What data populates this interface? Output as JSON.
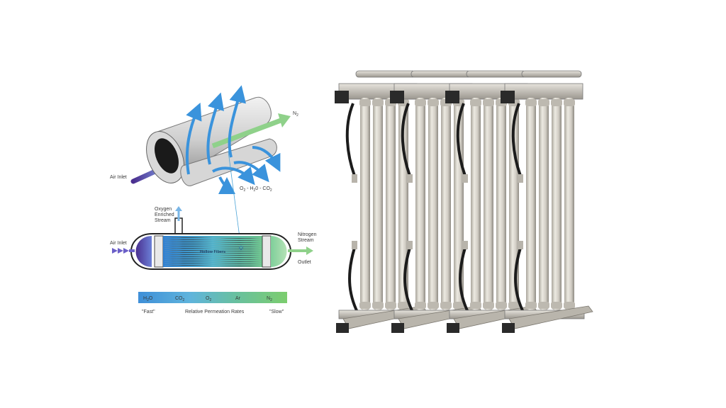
{
  "membrane_fiber": {
    "air_inlet_label": "Air Inlet",
    "n2_label": "N",
    "n2_sub": "2",
    "permeate_parts": [
      {
        "text": "O",
        "sub": "2"
      },
      {
        "text": " - H",
        "sub": "2"
      },
      {
        "text": "0 - CO",
        "sub": "2"
      }
    ]
  },
  "module": {
    "oxygen_label_lines": [
      "Oxygen",
      "Enriched",
      "Stream"
    ],
    "air_inlet_label": "Air Inlet",
    "hollow_fibers_label": "Hollow Fibers",
    "nitrogen_label_lines": [
      "Nitrogen",
      "Stream"
    ],
    "outlet_label": "Outlet"
  },
  "permeation_bar": {
    "gases": [
      {
        "text": "H",
        "sub": "2",
        "tail": "O"
      },
      {
        "text": "CO",
        "sub": "2",
        "tail": ""
      },
      {
        "text": "O",
        "sub": "2",
        "tail": ""
      },
      {
        "text": "Ar",
        "sub": "",
        "tail": ""
      },
      {
        "text": "N",
        "sub": "2",
        "tail": ""
      }
    ],
    "fast_label": "\"Fast\"",
    "middle_label": "Relative Permeation Rates",
    "slow_label": "\"Slow\"",
    "colors": [
      "#3f8fd8",
      "#5fb4dc",
      "#68c0a0",
      "#7ccd6e"
    ]
  },
  "equipment": {
    "bank_count": 4,
    "tubes_per_bank": 4,
    "tube_color": "#d7d4cc",
    "frame_color": "#2a2a2a"
  }
}
